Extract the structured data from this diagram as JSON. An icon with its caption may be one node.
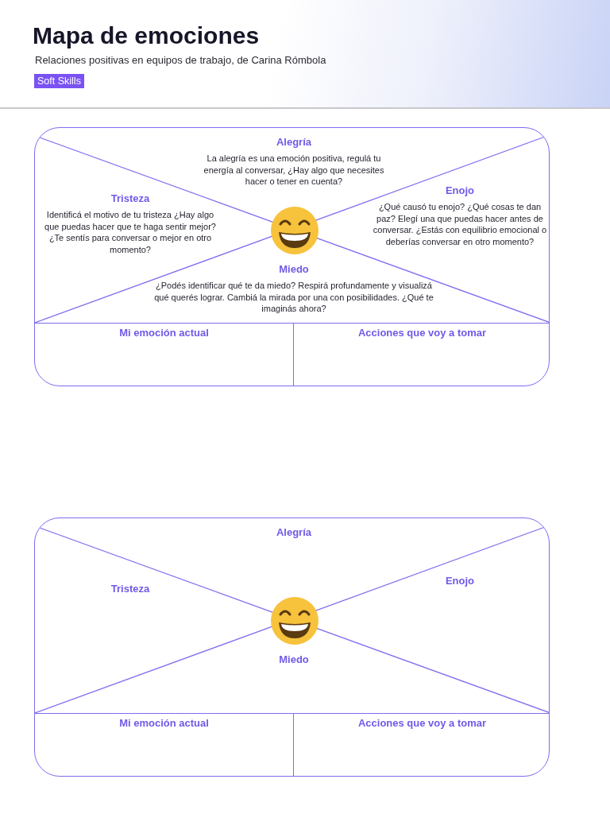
{
  "diagram": {
    "title": "Mapa de emociones",
    "nodes": [
      {
        "text": [],
        "shape": "box"
      },
      {
        "text": [
          "Alegría",
          "La alegría es una emoción positiva, regulá tu energía al conversar, ¿Hay algo que necesites hacer o tener en cuenta?"
        ],
        "in": 0
      },
      {
        "text": [
          "Tristeza",
          "Identificá el motivo de tu tristeza ¿Hay algo que puedas hacer que te haga sentir mejor? ¿Te sentís para conversar o mejor en otro momento?"
        ],
        "in": 0
      },
      {
        "text": [
          "Enojo",
          "¿Qué causó tu enojo? ¿Qué cosas te dan paz? Elegí una que puedas hacer antes de conversar. ¿Estás con equilibrio emocional o deberías conversar en otro momento?"
        ],
        "in": 0
      },
      {
        "text": [
          "Miedo",
          "¿Podés identificar qué te da miedo? Respirá profundamente y visualizá qué querés lograr. Cambiá la mirada por una con posibilidades. ¿Qué te imaginás ahora?"
        ],
        "in": 0
      },
      {
        "text": [
          "Mi emoción actual"
        ],
        "in": 0
      },
      {
        "text": [
          "Acciones que voy a tomar"
        ],
        "in": 0
      },
      {
        "text": [],
        "shape": "box"
      },
      {
        "text": [
          "Alegría"
        ],
        "in": 7
      },
      {
        "text": [
          "Tristeza"
        ],
        "in": 7
      },
      {
        "text": [
          "Enojo"
        ],
        "in": 7
      },
      {
        "text": [
          "Miedo"
        ],
        "in": 7
      },
      {
        "text": [
          "Mi emoción actual"
        ],
        "in": 7
      },
      {
        "text": [
          "Acciones que voy a tomar"
        ],
        "in": 7
      }
    ],
    "labels": [
      "Relaciones positivas en equipos de trabajo, de Carina Rómbola",
      "Soft Skills"
    ]
  }
}
